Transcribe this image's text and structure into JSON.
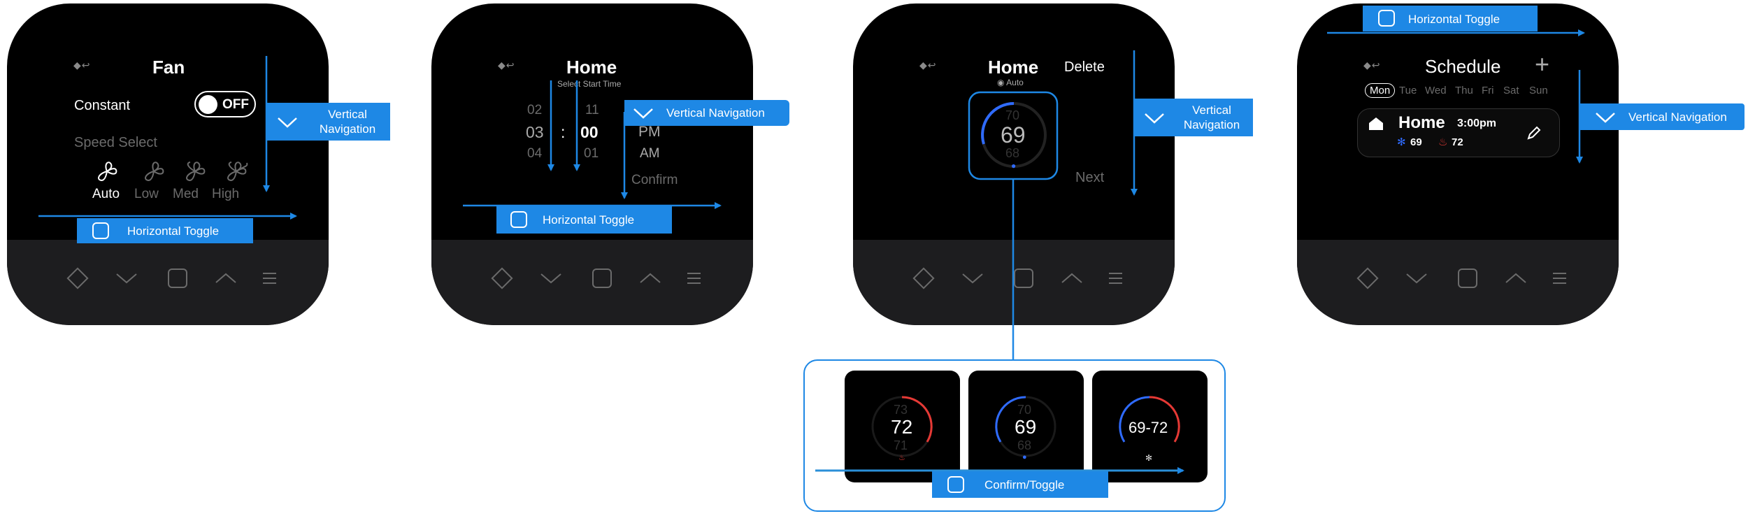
{
  "colors": {
    "accent": "#1e88e5",
    "cool": "#2f6bff",
    "heat": "#e53935",
    "device_bg": "#000000",
    "bar_bg": "#1d1d1f"
  },
  "nav_bar_icons": [
    "diamond-icon",
    "chevron-down-icon",
    "square-icon",
    "chevron-up-icon",
    "menu-icon"
  ],
  "back_icon": "◆↩",
  "fan_screen": {
    "title": "Fan",
    "constant_label": "Constant",
    "toggle_value": "OFF",
    "speed_select_label": "Speed Select",
    "speeds": [
      "Auto",
      "Low",
      "Med",
      "High"
    ]
  },
  "home_time_screen": {
    "title": "Home",
    "subtitle": "Select Start Time",
    "hours": [
      "02",
      "03",
      "04"
    ],
    "colon": ":",
    "minutes": [
      "11",
      "00",
      "01"
    ],
    "ampm": [
      "PM",
      "AM"
    ],
    "confirm_label": "Confirm"
  },
  "home_setpoint_screen": {
    "title": "Home",
    "delete_label": "Delete",
    "mode_label": "Auto",
    "values": [
      "70",
      "69",
      "68"
    ],
    "next_label": "Next"
  },
  "schedule_screen": {
    "title": "Schedule",
    "add_icon": "+",
    "days": [
      "Mon",
      "Tue",
      "Wed",
      "Thu",
      "Fri",
      "Sat",
      "Sun"
    ],
    "selected_day": "Mon",
    "card": {
      "name": "Home",
      "time": "3:00pm",
      "cool_setpoint": "69",
      "heat_setpoint": "72"
    }
  },
  "callouts": {
    "vertical_navigation": "Vertical Navigation",
    "horizontal_toggle": "Horizontal Toggle",
    "confirm_toggle": "Confirm/Toggle"
  },
  "modes_panel": [
    {
      "top": "73",
      "main": "72",
      "bottom": "71",
      "mode": "heat"
    },
    {
      "top": "70",
      "main": "69",
      "bottom": "68",
      "mode": "cool"
    },
    {
      "top": "",
      "main": "69-72",
      "bottom": "",
      "mode": "auto"
    }
  ]
}
